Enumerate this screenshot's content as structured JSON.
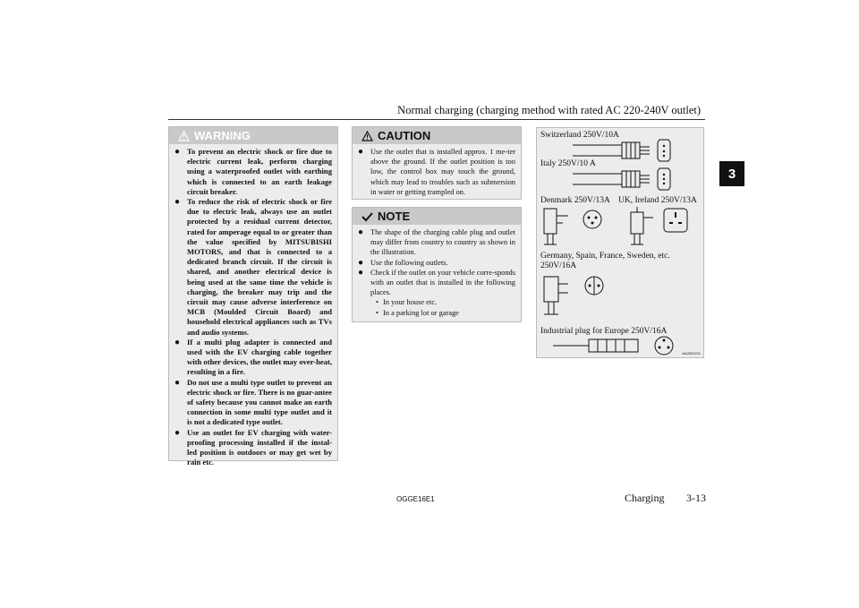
{
  "header": {
    "title": "Normal charging (charging method with rated AC 220-240V outlet)"
  },
  "chapter_tab": "3",
  "warning": {
    "title": "WARNING",
    "items": [
      "To prevent an electric shock or fire due to electric current leak, perform charging using a waterproofed outlet with earthing which is connected to an earth leakage circuit breaker.",
      "To reduce the risk of electric shock or fire due to electric leak, always use an outlet protected by a residual current detector, rated for amperage equal to or greater than the value specified by MITSUBISHI MOTORS, and that is connected to a dedicated branch circuit. If the circuit is shared, and another electrical device is being used at the same time the vehicle is charging, the breaker may trip and the circuit may cause adverse interference on MCB (Moulded Circuit Board) and household electrical appliances such as TVs and audio systems.",
      "If a multi plug adapter is connected and used with the EV charging cable together with other devices, the outlet may over-heat, resulting in a fire.",
      "Do not use a multi type outlet to prevent an electric shock or fire. There is no guar-antee of safety because you cannot make an earth connection in some multi type outlet and it is not a dedicated type outlet.",
      "Use an outlet for EV charging with water-proofing processing installed if the instal-led position is outdoors or may get wet by rain etc."
    ]
  },
  "caution": {
    "title": "CAUTION",
    "items": [
      "Use the outlet that is installed approx. 1 me-ter above the ground. If the outlet position is too low, the control box may touch the ground, which may lead to troubles such as submersion in water or getting trampled on."
    ]
  },
  "note": {
    "title": "NOTE",
    "items": [
      {
        "text": "The shape of the charging cable plug and outlet may differ from country to country as shown in the illustration."
      },
      {
        "text": "Use the following outlets."
      },
      {
        "text": "Check if the outlet on your vehicle corre-sponds with an outlet that is installed in the following places.",
        "sub": [
          "In your house etc.",
          "In a parking lot or garage"
        ]
      }
    ]
  },
  "illustration": {
    "labels": {
      "switzerland": "Switzerland 250V/10A",
      "italy": "Italy 250V/10 A",
      "denmark": "Denmark 250V/13A",
      "uk": "UK, Ireland 250V/13A",
      "germany": "Germany, Spain, France, Sweden, etc.",
      "germany_rating": "250V/16A",
      "industrial": "Industrial plug for Europe 250V/16A"
    },
    "code": "AA2002211"
  },
  "footer": {
    "code": "OGGE16E1",
    "section": "Charging",
    "page": "3-13"
  }
}
